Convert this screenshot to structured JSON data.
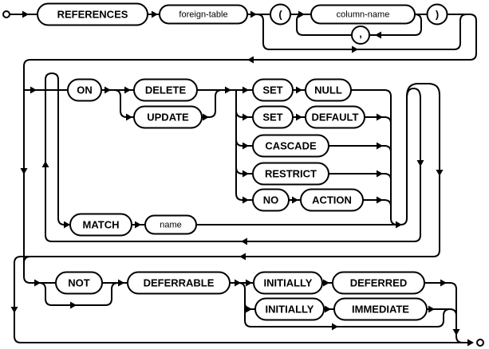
{
  "diagram": {
    "background": "#ffffff",
    "line_color": "#000000",
    "keywords": {
      "references": "REFERENCES",
      "on": "ON",
      "delete": "DELETE",
      "update": "UPDATE",
      "set": "SET",
      "null": "NULL",
      "default": "DEFAULT",
      "cascade": "CASCADE",
      "restrict": "RESTRICT",
      "no": "NO",
      "action": "ACTION",
      "match": "MATCH",
      "not": "NOT",
      "deferrable": "DEFERRABLE",
      "initially": "INITIALLY",
      "deferred": "DEFERRED",
      "immediate": "IMMEDIATE"
    },
    "identifiers": {
      "foreign_table": "foreign-table",
      "column_name": "column-name",
      "name": "name"
    },
    "punctuation": {
      "lparen": "(",
      "rparen": ")",
      "comma": ","
    }
  }
}
